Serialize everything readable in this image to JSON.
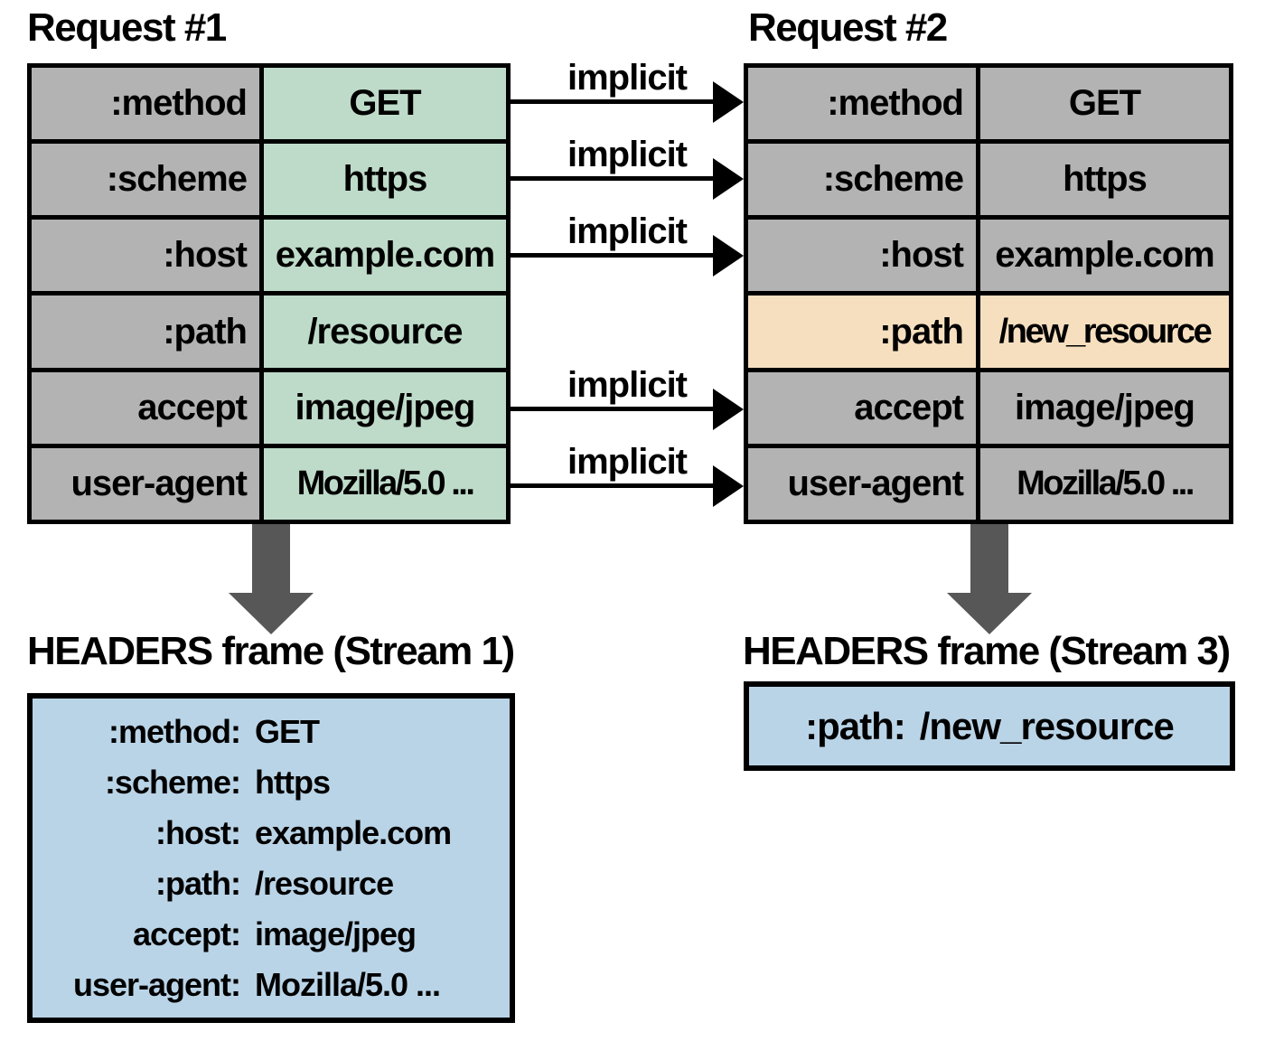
{
  "request1": {
    "title": "Request #1",
    "rows": [
      {
        "name": ":method",
        "value": "GET"
      },
      {
        "name": ":scheme",
        "value": "https"
      },
      {
        "name": ":host",
        "value": "example.com"
      },
      {
        "name": ":path",
        "value": "/resource"
      },
      {
        "name": "accept",
        "value": "image/jpeg"
      },
      {
        "name": "user-agent",
        "value": "Mozilla/5.0 ..."
      }
    ]
  },
  "request2": {
    "title": "Request #2",
    "rows": [
      {
        "name": ":method",
        "value": "GET"
      },
      {
        "name": ":scheme",
        "value": "https"
      },
      {
        "name": ":host",
        "value": "example.com"
      },
      {
        "name": ":path",
        "value": "/new_resource",
        "highlighted": true
      },
      {
        "name": "accept",
        "value": "image/jpeg"
      },
      {
        "name": "user-agent",
        "value": "Mozilla/5.0 ..."
      }
    ]
  },
  "implicit_labels": [
    "implicit",
    "implicit",
    "implicit",
    "implicit",
    "implicit"
  ],
  "frame1": {
    "title": "HEADERS frame (Stream 1)",
    "lines": [
      {
        "name": ":method:",
        "value": "GET"
      },
      {
        "name": ":scheme:",
        "value": "https"
      },
      {
        "name": ":host:",
        "value": "example.com"
      },
      {
        "name": ":path:",
        "value": "/resource"
      },
      {
        "name": "accept:",
        "value": "image/jpeg"
      },
      {
        "name": "user-agent:",
        "value": "Mozilla/5.0 ..."
      }
    ]
  },
  "frame3": {
    "title": "HEADERS frame (Stream 3)",
    "lines": [
      {
        "name": ":path:",
        "value": "/new_resource"
      }
    ]
  },
  "colors": {
    "header_name_bg": "#b3b3b3",
    "request1_value_bg": "#bedbc9",
    "request2_value_bg": "#b3b3b3",
    "highlight_bg": "#f6dfbf",
    "frame_bg": "#bad4e7",
    "flow_arrow": "#575757",
    "line": "#000000"
  }
}
